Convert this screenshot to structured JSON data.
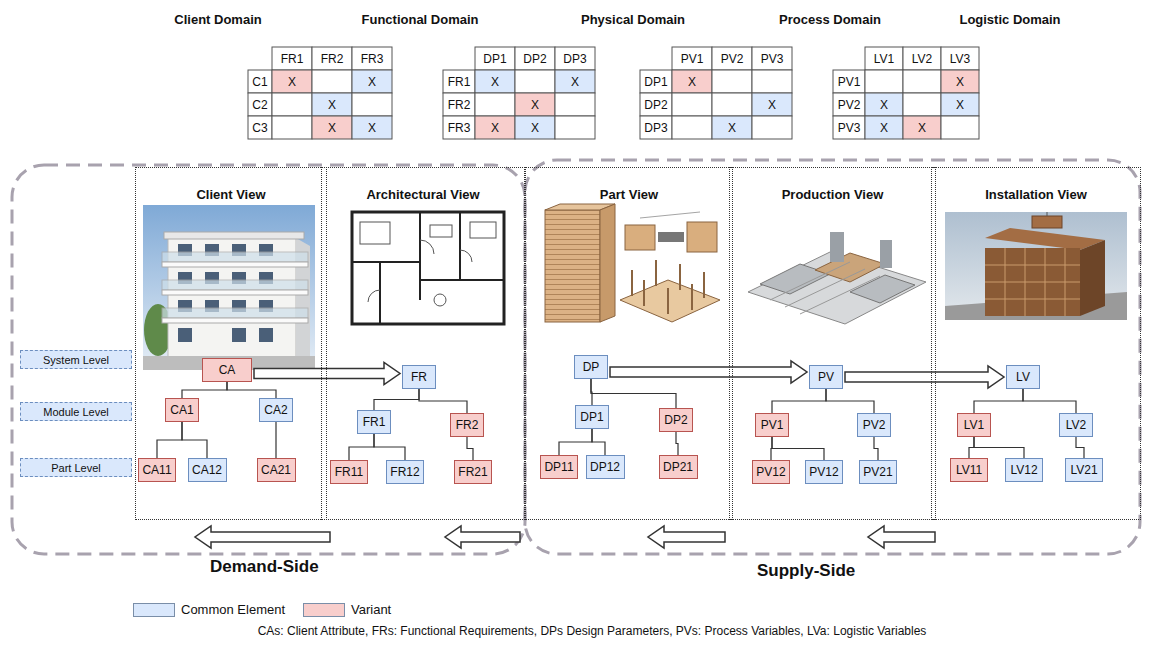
{
  "diagram": {
    "caption": "CAs: Client Attribute, FRs: Functional Requirements, DPs Design Parameters, PVs: Process Variables, LVa: Logistic Variables",
    "nodes": [
      {
        "text": [
          "Client View"
        ]
      },
      {
        "text": [
          "CA"
        ],
        "in": 0
      },
      {
        "text": [
          "CA1"
        ],
        "in": 0
      },
      {
        "text": [
          "CA2"
        ],
        "in": 0
      },
      {
        "text": [
          "CA11"
        ],
        "in": 0
      },
      {
        "text": [
          "CA12"
        ],
        "in": 0
      },
      {
        "text": [
          "CA21"
        ],
        "in": 0
      },
      {
        "text": [
          "Architectural View"
        ]
      },
      {
        "text": [
          "FR"
        ],
        "in": 7
      },
      {
        "text": [
          "FR1"
        ],
        "in": 7
      },
      {
        "text": [
          "FR2"
        ],
        "in": 7
      },
      {
        "text": [
          "FR11"
        ],
        "in": 7
      },
      {
        "text": [
          "FR12"
        ],
        "in": 7
      },
      {
        "text": [
          "FR21"
        ],
        "in": 7
      },
      {
        "text": [
          "Part View"
        ]
      },
      {
        "text": [
          "DP"
        ],
        "in": 14
      },
      {
        "text": [
          "DP1"
        ],
        "in": 14
      },
      {
        "text": [
          "DP2"
        ],
        "in": 14
      },
      {
        "text": [
          "DP11"
        ],
        "in": 14
      },
      {
        "text": [
          "DP12"
        ],
        "in": 14
      },
      {
        "text": [
          "DP21"
        ],
        "in": 14
      },
      {
        "text": [
          "Production View"
        ]
      },
      {
        "text": [
          "PV"
        ],
        "in": 21
      },
      {
        "text": [
          "PV1"
        ],
        "in": 21
      },
      {
        "text": [
          "PV2"
        ],
        "in": 21
      },
      {
        "text": [
          "PV12"
        ],
        "in": 21
      },
      {
        "text": [
          "PV12"
        ],
        "in": 21
      },
      {
        "text": [
          "PV21"
        ],
        "in": 21
      },
      {
        "text": [
          "Installation View"
        ]
      },
      {
        "text": [
          "LV"
        ],
        "in": 28
      },
      {
        "text": [
          "LV1"
        ],
        "in": 28
      },
      {
        "text": [
          "LV2"
        ],
        "in": 28
      },
      {
        "text": [
          "LV11"
        ],
        "in": 28
      },
      {
        "text": [
          "LV12"
        ],
        "in": 28
      },
      {
        "text": [
          "LV21"
        ],
        "in": 28
      },
      {
        "text": [
          "System Level"
        ]
      },
      {
        "text": [
          "Module Level"
        ]
      },
      {
        "text": [
          "Part Level"
        ]
      }
    ],
    "edges": [
      {
        "from": 1,
        "to": 2,
        "arrow": "none"
      },
      {
        "from": 1,
        "to": 3,
        "arrow": "none"
      },
      {
        "from": 2,
        "to": 4,
        "arrow": "none"
      },
      {
        "from": 2,
        "to": 5,
        "arrow": "none"
      },
      {
        "from": 3,
        "to": 6,
        "arrow": "none"
      },
      {
        "from": 8,
        "to": 9,
        "arrow": "none"
      },
      {
        "from": 8,
        "to": 10,
        "arrow": "none"
      },
      {
        "from": 9,
        "to": 11,
        "arrow": "none"
      },
      {
        "from": 9,
        "to": 12,
        "arrow": "none"
      },
      {
        "from": 10,
        "to": 13,
        "arrow": "none"
      },
      {
        "from": 15,
        "to": 16,
        "arrow": "none"
      },
      {
        "from": 15,
        "to": 17,
        "arrow": "none"
      },
      {
        "from": 16,
        "to": 18,
        "arrow": "none"
      },
      {
        "from": 16,
        "to": 19,
        "arrow": "none"
      },
      {
        "from": 17,
        "to": 20,
        "arrow": "none"
      },
      {
        "from": 22,
        "to": 23,
        "arrow": "none"
      },
      {
        "from": 22,
        "to": 24,
        "arrow": "none"
      },
      {
        "from": 23,
        "to": 25,
        "arrow": "none"
      },
      {
        "from": 23,
        "to": 26,
        "arrow": "none"
      },
      {
        "from": 24,
        "to": 27,
        "arrow": "none"
      },
      {
        "from": 29,
        "to": 30,
        "arrow": "none"
      },
      {
        "from": 29,
        "to": 31,
        "arrow": "none"
      },
      {
        "from": 30,
        "to": 32,
        "arrow": "none"
      },
      {
        "from": 30,
        "to": 33,
        "arrow": "none"
      },
      {
        "from": 31,
        "to": 34,
        "arrow": "none"
      },
      {
        "from": 1,
        "to": 8,
        "arrow": "to"
      },
      {
        "from": 15,
        "to": 22,
        "arrow": "to"
      },
      {
        "from": 22,
        "to": 29,
        "arrow": "to"
      }
    ],
    "labels": [
      "Client Domain",
      "Functional Domain",
      "Physical Domain",
      "Process Domain",
      "Logistic Domain",
      "FR1",
      "FR2",
      "FR3",
      "C1",
      "X",
      "X",
      "C2",
      "X",
      "C3",
      "X",
      "X",
      "DP1",
      "DP2",
      "DP3",
      "FR1",
      "X",
      "X",
      "FR2",
      "X",
      "FR3",
      "X",
      "X",
      "PV1",
      "PV2",
      "PV3",
      "DP1",
      "X",
      "DP2",
      "X",
      "DP3",
      "X",
      "LV1",
      "LV2",
      "LV3",
      "PV1",
      "X",
      "PV2",
      "X",
      "X",
      "PV3",
      "X",
      "X",
      "Demand-Side",
      "Supply-Side"
    ],
    "legend": [
      {
        "text": "Common Element",
        "color": "#dae8fc"
      },
      {
        "text": "Variant",
        "color": "#f8cecc"
      }
    ]
  }
}
